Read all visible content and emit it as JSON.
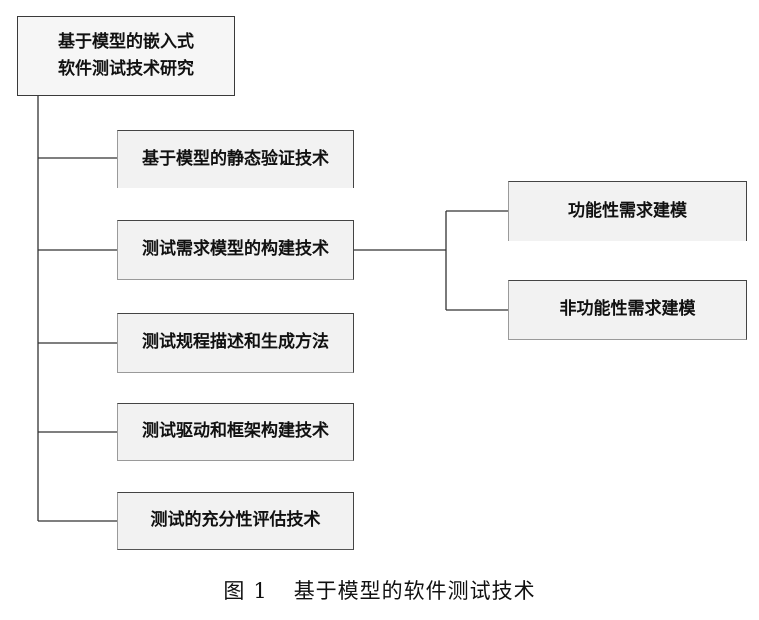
{
  "root": {
    "line1": "基于模型的嵌入式",
    "line2": "软件测试技术研究"
  },
  "branches": [
    {
      "label": "基于模型的静态验证技术"
    },
    {
      "label": "测试需求模型的构建技术"
    },
    {
      "label": "测试规程描述和生成方法"
    },
    {
      "label": "测试驱动和框架构建技术"
    },
    {
      "label": "测试的充分性评估技术"
    }
  ],
  "sub_branches": [
    {
      "label": "功能性需求建模"
    },
    {
      "label": "非功能性需求建模"
    }
  ],
  "caption": {
    "figure": "图",
    "number": "1",
    "title": "基于模型的软件测试技术"
  }
}
